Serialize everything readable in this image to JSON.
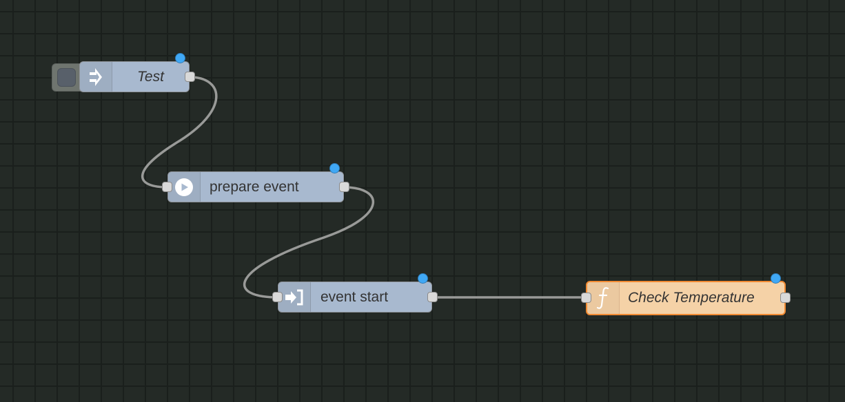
{
  "workspace": {
    "background_color": "#242a26",
    "grid_color": "#1a1f1c",
    "wire_color": "#999a98"
  },
  "nodes": [
    {
      "id": "test",
      "label": "Test",
      "type": "inject",
      "icon": "inject-arrow-icon",
      "italic": true,
      "color": "#a8b9cf",
      "has_input": false,
      "has_output": true,
      "has_button": true,
      "status": "changed"
    },
    {
      "id": "prepare-event",
      "label": "prepare event",
      "type": "action",
      "icon": "play-circle-icon",
      "italic": false,
      "color": "#a8b9cf",
      "has_input": true,
      "has_output": true,
      "status": "changed"
    },
    {
      "id": "event-start",
      "label": "event start",
      "type": "event",
      "icon": "sign-in-icon",
      "italic": false,
      "color": "#a8b9cf",
      "has_input": true,
      "has_output": true,
      "status": "changed"
    },
    {
      "id": "check-temperature",
      "label": "Check Temperature",
      "type": "function",
      "icon": "function-icon",
      "italic": true,
      "color": "#f5d2a7",
      "selected_border": "#f18a32",
      "has_input": true,
      "has_output": true,
      "status": "changed"
    }
  ],
  "wires": [
    {
      "from": "test",
      "to": "prepare-event"
    },
    {
      "from": "prepare-event",
      "to": "event-start"
    },
    {
      "from": "event-start",
      "to": "check-temperature"
    }
  ],
  "status_dot_color": "#40a8f5"
}
